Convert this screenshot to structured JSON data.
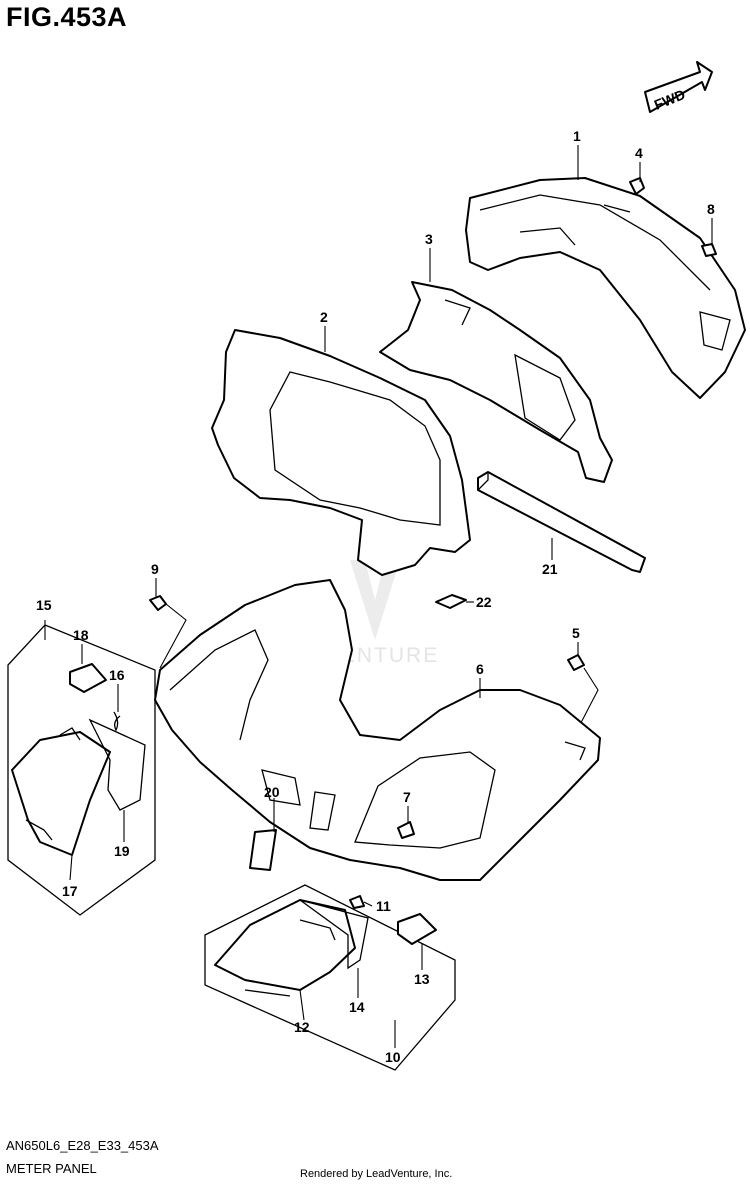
{
  "figure": {
    "title": "FIG.453A",
    "model_code": "AN650L6_E28_E33_453A",
    "assembly_name": "METER PANEL",
    "render_credit": "Rendered by LeadVenture, Inc.",
    "watermark": "LEADVENTURE",
    "direction_label": "FWD"
  },
  "callouts": [
    "1",
    "2",
    "3",
    "4",
    "5",
    "6",
    "7",
    "8",
    "9",
    "10",
    "11",
    "12",
    "13",
    "14",
    "15",
    "16",
    "17",
    "18",
    "19",
    "20",
    "21",
    "22"
  ]
}
